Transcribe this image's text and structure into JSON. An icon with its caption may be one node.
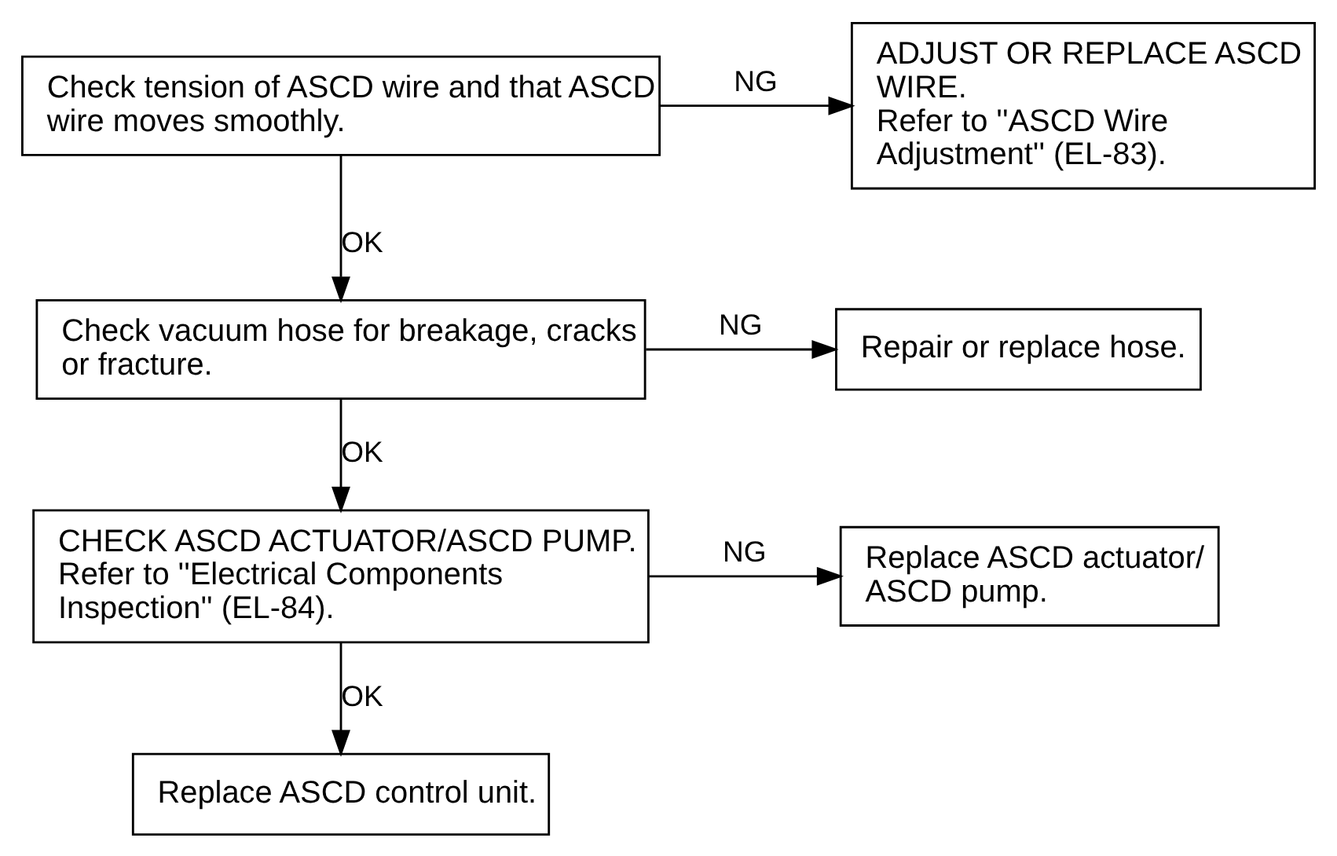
{
  "diagram": {
    "nodes": [
      {
        "text": [
          "Check tension of ASCD wire and that ASCD wire moves smoothly."
        ]
      },
      {
        "text": [
          "ADJUST OR REPLACE ASCD WIRE.",
          "Refer to ''ASCD Wire Adjustment'' (EL-83)."
        ]
      },
      {
        "text": [
          "Check vacuum hose for breakage, cracks or fracture."
        ]
      },
      {
        "text": [
          "Repair or replace hose."
        ]
      },
      {
        "text": [
          "CHECK ASCD ACTUATOR/ASCD PUMP.",
          "Refer to ''Electrical Components Inspection'' (EL-84)."
        ]
      },
      {
        "text": [
          "Replace ASCD actuator/ ASCD pump."
        ]
      },
      {
        "text": [
          "Replace ASCD control unit."
        ]
      }
    ],
    "edges": [
      {
        "from": 0,
        "to": 1,
        "arrow": "to",
        "label": "NG"
      },
      {
        "from": 0,
        "to": 2,
        "arrow": "to",
        "label": "OK"
      },
      {
        "from": 2,
        "to": 3,
        "arrow": "to",
        "label": "NG"
      },
      {
        "from": 2,
        "to": 4,
        "arrow": "to",
        "label": "OK"
      },
      {
        "from": 4,
        "to": 5,
        "arrow": "to",
        "label": "NG"
      },
      {
        "from": 4,
        "to": 6,
        "arrow": "to",
        "label": "OK"
      }
    ]
  }
}
